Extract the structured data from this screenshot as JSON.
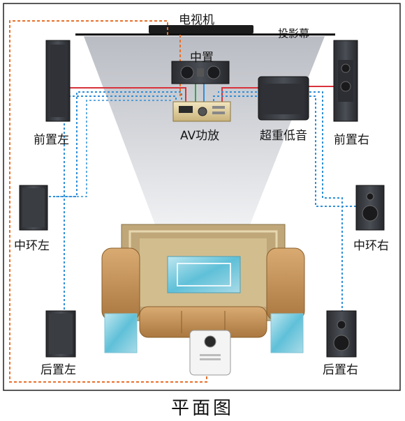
{
  "labels": {
    "tv": "电视机",
    "screen": "投影幕",
    "center": "中置",
    "amp": "AV功放",
    "subwoofer": "超重低音",
    "front_left": "前置左",
    "front_right": "前置右",
    "mid_left": "中环左",
    "mid_right": "中环右",
    "rear_left": "后置左",
    "rear_right": "后置右",
    "caption": "平面图"
  },
  "colors": {
    "cable_orange": "#e8702a",
    "cable_blue": "#2f8fd8",
    "cable_red": "#d8323a",
    "speaker": "#3a3d42",
    "beam": "#c9ccd2",
    "sofa": "#c8955a",
    "carpet": "#bfa77a"
  }
}
